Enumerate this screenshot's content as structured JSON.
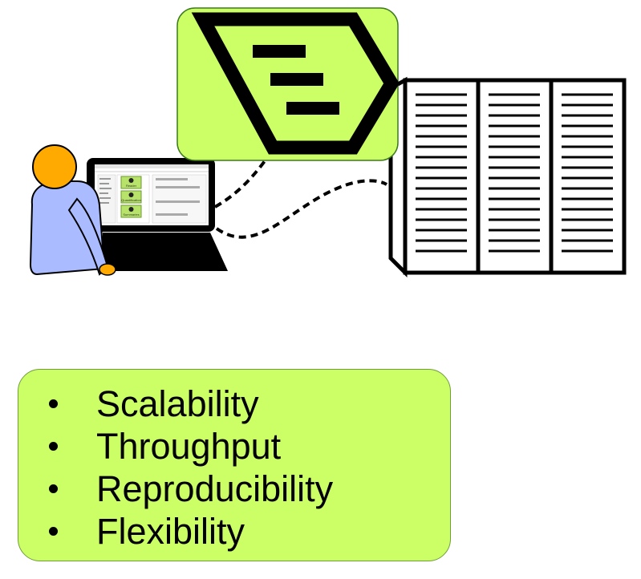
{
  "workstation_screen": {
    "node_labels": [
      "Reader",
      "Quantification",
      "Summaries"
    ]
  },
  "features": {
    "items": [
      "Scalability",
      "Throughput",
      "Reproducibility",
      "Flexibility"
    ]
  },
  "colors": {
    "accent_green": "#ccff66",
    "user_body": "#aabbff",
    "user_head": "#ffaa00"
  },
  "icons": [
    "workflow-logo-icon",
    "server-rack-icon",
    "user-icon",
    "laptop-icon"
  ]
}
